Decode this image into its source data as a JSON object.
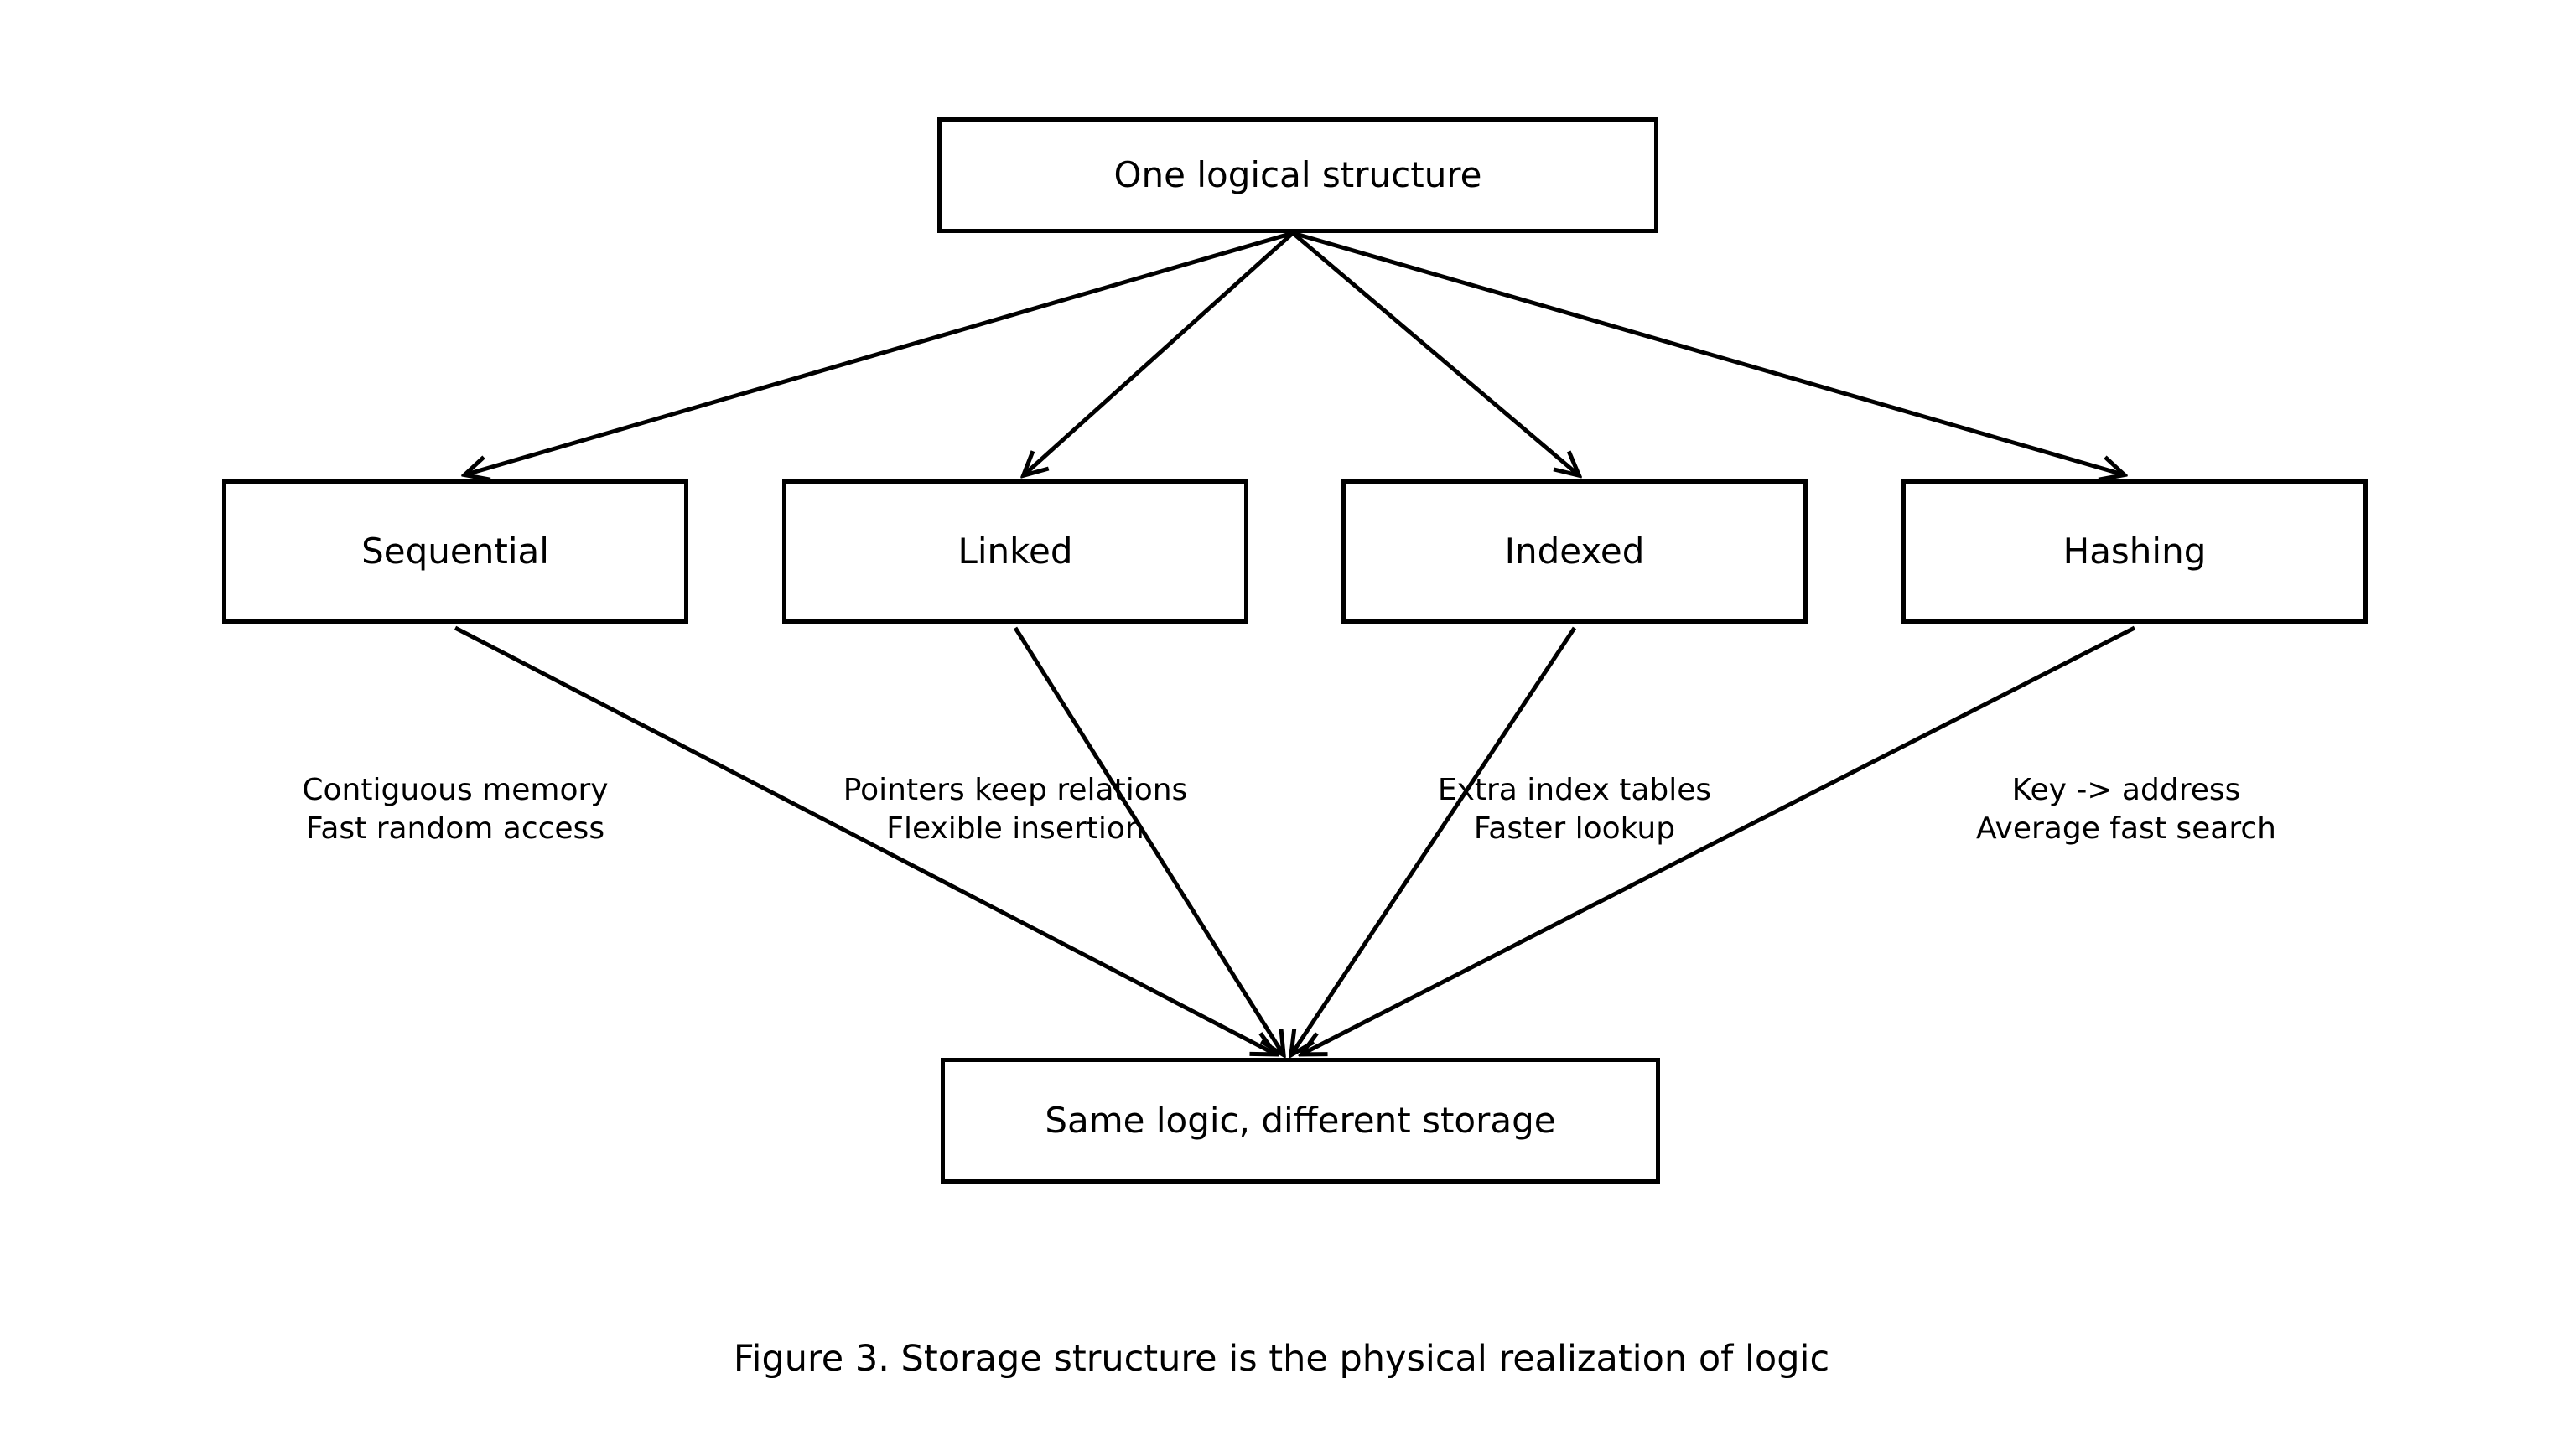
{
  "page": {
    "background_color": "#ffffff",
    "ink_color": "#000000"
  },
  "diagram": {
    "root": {
      "label": "One logical structure"
    },
    "branches": [
      {
        "label": "Sequential",
        "note_line1": "Contiguous memory",
        "note_line2": "Fast random access"
      },
      {
        "label": "Linked",
        "note_line1": "Pointers keep relations",
        "note_line2": "Flexible insertion"
      },
      {
        "label": "Indexed",
        "note_line1": "Extra index tables",
        "note_line2": "Faster lookup"
      },
      {
        "label": "Hashing",
        "note_line1": "Key -> address",
        "note_line2": "Average fast search"
      }
    ],
    "sink": {
      "label": "Same logic, different storage"
    },
    "caption": "Figure 3. Storage structure is the physical realization of logic"
  }
}
